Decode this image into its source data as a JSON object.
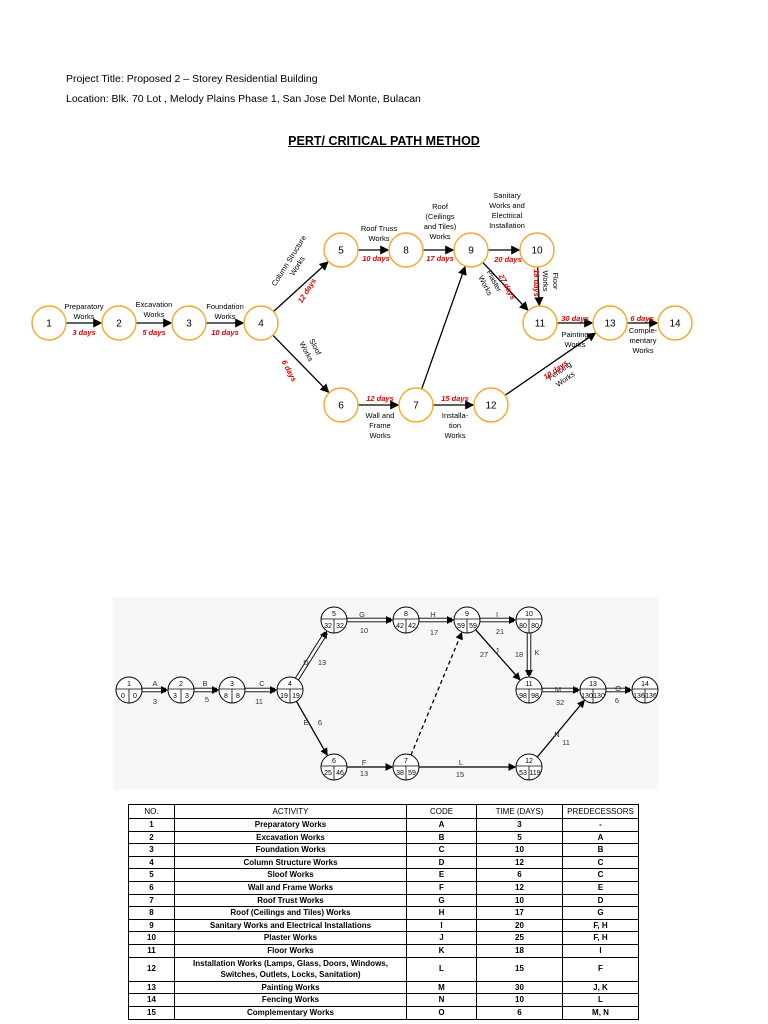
{
  "header": {
    "project_title": "Project Title: Proposed 2 – Storey Residential Building",
    "location": "Location: Blk. 70 Lot , Melody Plains Phase 1, San Jose Del Monte, Bulacan"
  },
  "diagram_title": "PERT/ CRITICAL PATH METHOD",
  "colors": {
    "node_outline": "#f5a623",
    "duration_text": "#e00000"
  },
  "pert_nodes": [
    "1",
    "2",
    "3",
    "4",
    "5",
    "6",
    "7",
    "8",
    "9",
    "10",
    "11",
    "12",
    "13",
    "14"
  ],
  "pert_activities": [
    {
      "lines": [
        "Preparatory",
        "Works"
      ],
      "duration": "3 days"
    },
    {
      "lines": [
        "Excavation",
        "Works"
      ],
      "duration": "5 days"
    },
    {
      "lines": [
        "Foundation",
        "Works"
      ],
      "duration": "10 days"
    },
    {
      "lines": [
        "Column Structure",
        "Works"
      ],
      "duration": "12 days"
    },
    {
      "lines": [
        "Sloof",
        "Works"
      ],
      "duration": "6 days"
    },
    {
      "lines": [
        "Roof Truss",
        "Works"
      ],
      "duration": "10 days"
    },
    {
      "lines": [
        "Roof",
        "(Ceilings",
        "and Tiles)",
        "Works"
      ],
      "duration": "17 days"
    },
    {
      "lines": [
        "Sanitary",
        "Works and",
        "Electrical",
        "Installation"
      ],
      "duration": "20 days"
    },
    {
      "lines": [
        "Plaster",
        "Works"
      ],
      "duration": "27 days"
    },
    {
      "lines": [
        "Floor",
        "Works"
      ],
      "duration": "18 days"
    },
    {
      "lines": [
        "Painting",
        "Works"
      ],
      "duration": "30 days"
    },
    {
      "lines": [
        "Comple-",
        "mentary",
        "Works"
      ],
      "duration": "6 days"
    },
    {
      "lines": [
        "Wall and",
        "Frame",
        "Works"
      ],
      "duration": "12 days"
    },
    {
      "lines": [
        "Installa-",
        "tion",
        "Works"
      ],
      "duration": "15 days"
    },
    {
      "lines": [
        "Fencing",
        "Works"
      ],
      "duration": "10 days"
    }
  ],
  "cpm_nodes": [
    {
      "id": "1",
      "es": "0",
      "lf": "0"
    },
    {
      "id": "2",
      "es": "3",
      "lf": "3"
    },
    {
      "id": "3",
      "es": "8",
      "lf": "8"
    },
    {
      "id": "4",
      "es": "19",
      "lf": "19"
    },
    {
      "id": "5",
      "es": "32",
      "lf": "32"
    },
    {
      "id": "6",
      "es": "25",
      "lf": "46"
    },
    {
      "id": "7",
      "es": "38",
      "lf": "59"
    },
    {
      "id": "8",
      "es": "42",
      "lf": "42"
    },
    {
      "id": "9",
      "es": "59",
      "lf": "59"
    },
    {
      "id": "10",
      "es": "80",
      "lf": "80"
    },
    {
      "id": "11",
      "es": "98",
      "lf": "98"
    },
    {
      "id": "12",
      "es": "53",
      "lf": "119"
    },
    {
      "id": "13",
      "es": "130",
      "lf": "130"
    },
    {
      "id": "14",
      "es": "136",
      "lf": "136"
    }
  ],
  "cpm_edges": [
    {
      "code": "A",
      "time": "3"
    },
    {
      "code": "B",
      "time": "5"
    },
    {
      "code": "C",
      "time": "11"
    },
    {
      "code": "D",
      "time": "13"
    },
    {
      "code": "E",
      "time": "6"
    },
    {
      "code": "G",
      "time": "10"
    },
    {
      "code": "H",
      "time": "17"
    },
    {
      "code": "I",
      "time": "21"
    },
    {
      "code": "J",
      "time": "27"
    },
    {
      "code": "K",
      "time": "18"
    },
    {
      "code": "M",
      "time": "32"
    },
    {
      "code": "O",
      "time": "6"
    },
    {
      "code": "F",
      "time": "13"
    },
    {
      "code": "L",
      "time": "15"
    },
    {
      "code": "N",
      "time": "11"
    }
  ],
  "table": {
    "headers": [
      "NO.",
      "ACTIVITY",
      "CODE",
      "TIME (DAYS)",
      "PREDECESSORS"
    ],
    "rows": [
      [
        "1",
        "Preparatory Works",
        "A",
        "3",
        "-"
      ],
      [
        "2",
        "Excavation Works",
        "B",
        "5",
        "A"
      ],
      [
        "3",
        "Foundation Works",
        "C",
        "10",
        "B"
      ],
      [
        "4",
        "Column Structure Works",
        "D",
        "12",
        "C"
      ],
      [
        "5",
        "Sloof Works",
        "E",
        "6",
        "C"
      ],
      [
        "6",
        "Wall and Frame Works",
        "F",
        "12",
        "E"
      ],
      [
        "7",
        "Roof Trust Works",
        "G",
        "10",
        "D"
      ],
      [
        "8",
        "Roof (Ceilings and Tiles) Works",
        "H",
        "17",
        "G"
      ],
      [
        "9",
        "Sanitary Works and Electrical Installations",
        "I",
        "20",
        "F, H"
      ],
      [
        "10",
        "Plaster Works",
        "J",
        "25",
        "F, H"
      ],
      [
        "11",
        "Floor Works",
        "K",
        "18",
        "I"
      ],
      [
        "12",
        "Installation Works (Lamps, Glass, Doors, Windows, Switches, Outlets, Locks, Sanitation)",
        "L",
        "15",
        "F"
      ],
      [
        "13",
        "Painting Works",
        "M",
        "30",
        "J, K"
      ],
      [
        "14",
        "Fencing Works",
        "N",
        "10",
        "L"
      ],
      [
        "15",
        "Complementary Works",
        "O",
        "6",
        "M, N"
      ]
    ]
  }
}
